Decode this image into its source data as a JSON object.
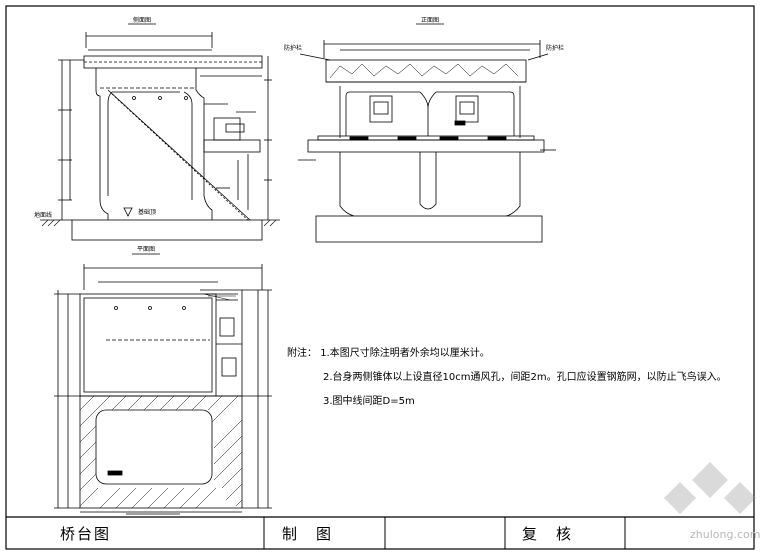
{
  "views": {
    "side_title": "侧面图",
    "front_title": "正面图",
    "plan_title": "平面图"
  },
  "labels": {
    "ground_line": "地面线",
    "foundation_top": "基础顶",
    "guardrail_left": "防护栏",
    "guardrail_right": "防护栏"
  },
  "notes": {
    "heading": "附注：",
    "items": [
      "1.本图尺寸除注明者外余均以厘米计。",
      "2.台身两侧锥体以上设直径10cm通风孔，间距2m。孔口应设置钢筋网，以防止飞鸟误入。",
      "3.图中线间距D=5m"
    ]
  },
  "title_block": {
    "drawing_name": "桥台图",
    "drawn_by_label": "制　图",
    "checked_by_label": "复　核"
  },
  "watermark": "zhulong.com"
}
